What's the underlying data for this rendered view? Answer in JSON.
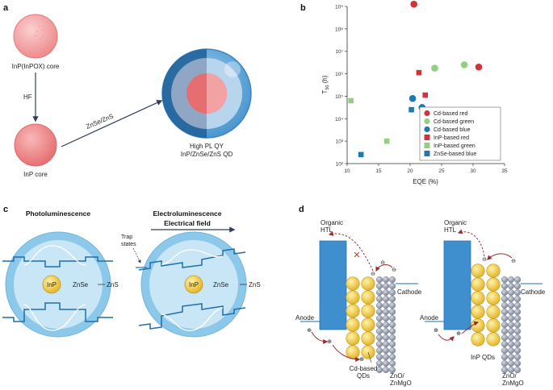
{
  "panels": {
    "a": "a",
    "b": "b",
    "c": "c",
    "d": "d"
  },
  "panel_a": {
    "core_label": "InP(InPOX) core",
    "hf_label": "HF",
    "inp_core_label": "InP core",
    "shell_label": "ZnSe/ZnS",
    "qd_label_1": "High PL QY",
    "qd_label_2": "InP/ZnSe/ZnS QD"
  },
  "chart_data": {
    "type": "scatter",
    "xlabel": "EQE (%)",
    "ylabel": "T50 (h)",
    "xlim": [
      10,
      35
    ],
    "xticks": [
      10,
      15,
      20,
      25,
      30,
      35
    ],
    "y_scale": "log",
    "ylim_exponent": [
      2,
      9
    ],
    "yticks": [
      "10²",
      "10³",
      "10⁴",
      "10⁵",
      "10⁶",
      "10⁷",
      "10⁸",
      "10⁹"
    ],
    "grid": false,
    "legend_position": "bottom-right",
    "series": [
      {
        "name": "Cd-based red",
        "marker": "circle",
        "color": "#d0343a",
        "points": [
          [
            20.6,
            9.1
          ],
          [
            30.9,
            6.3
          ]
        ]
      },
      {
        "name": "Cd-based green",
        "marker": "circle",
        "color": "#8fd17e",
        "points": [
          [
            23.9,
            6.25
          ],
          [
            28.6,
            6.4
          ]
        ]
      },
      {
        "name": "Cd-based blue",
        "marker": "circle",
        "color": "#1d79b0",
        "points": [
          [
            20.4,
            4.9
          ],
          [
            21.9,
            4.5
          ]
        ]
      },
      {
        "name": "InP-based red",
        "marker": "square",
        "color": "#d0343a",
        "points": [
          [
            21.4,
            6.05
          ],
          [
            22.4,
            5.05
          ]
        ]
      },
      {
        "name": "InP-based green",
        "marker": "square",
        "color": "#8fd17e",
        "points": [
          [
            10.6,
            4.8
          ],
          [
            16.3,
            3.0
          ]
        ]
      },
      {
        "name": "ZnSe-based blue",
        "marker": "square",
        "color": "#1d79b0",
        "points": [
          [
            20.2,
            4.4
          ],
          [
            12.2,
            2.4
          ]
        ]
      }
    ]
  },
  "panel_c": {
    "title_pl": "Photoluminescence",
    "title_el": "Electroluminescence",
    "field_label": "Electrical field",
    "trap_label_1": "Trap",
    "trap_label_2": "states",
    "inp": "InP",
    "znse": "ZnSe",
    "zns": "ZnS"
  },
  "panel_d": {
    "htl1": "Organic",
    "htl2": "HTL",
    "cathode": "Cathode",
    "anode": "Anode",
    "cd_qds_1": "Cd-based",
    "cd_qds_2": "QDs",
    "inp_qds": "InP QDs",
    "etl1": "ZnO/",
    "etl2": "ZnMgO",
    "minus": "⊖",
    "plus": "⊕"
  }
}
